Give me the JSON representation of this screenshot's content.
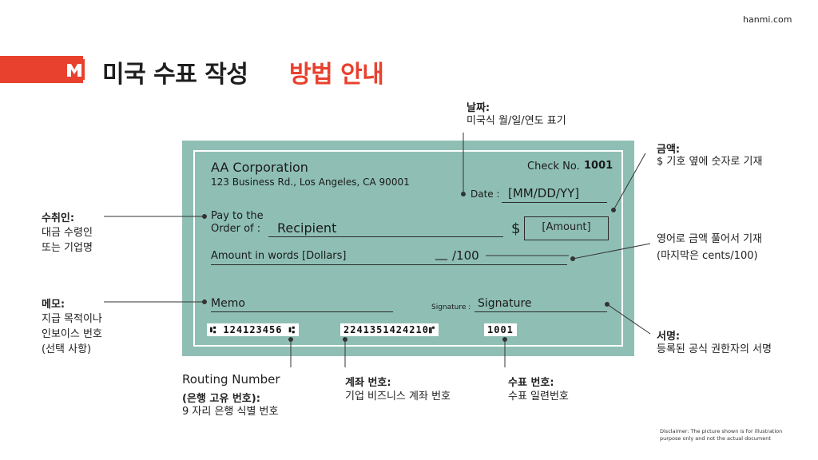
{
  "site": "hanmi.com",
  "title": {
    "part1": "미국 수표 작성",
    "part2": "방법 안내"
  },
  "colors": {
    "accent": "#e8412e",
    "check_bg": "#8fbfb4"
  },
  "check": {
    "company_name": "AA Corporation",
    "company_address": "123 Business Rd., Los Angeles, CA 90001",
    "check_no_label": "Check No.",
    "check_no_value": "1001",
    "date_label": "Date :",
    "date_value": "[MM/DD/YY]",
    "pay_to_line1": "Pay to the",
    "pay_to_line2": "Order of :",
    "recipient": "Recipient",
    "dollar_sign": "$",
    "amount": "[Amount]",
    "amount_words": "Amount in words [Dollars]",
    "cents_blank": "__",
    "cents": "/100",
    "memo": "Memo",
    "signature_label": "Signature :",
    "signature": "Signature",
    "micr_routing": "⑆ 124123456 ⑆",
    "micr_account": "2241351424210⑈",
    "micr_check": "1001"
  },
  "annotations": {
    "date": {
      "heading": "날짜:",
      "body": "미국식 월/일/연도 표기"
    },
    "amount": {
      "heading": "금액:",
      "body": "$ 기호 옆에 숫자로 기재"
    },
    "recipient": {
      "heading": "수취인:",
      "line1": "대금 수령인",
      "line2": "또는 기업명"
    },
    "words": {
      "line1": "영어로 금액 풀어서 기재",
      "line2": "(마지막은 cents/100)"
    },
    "memo": {
      "heading": "메모:",
      "line1": "지급 목적이나",
      "line2": "인보이스 번호",
      "line3": "(선택 사항)"
    },
    "signature": {
      "heading": "서명:",
      "body": "등록된 공식 권한자의 서명"
    },
    "routing": {
      "heading": "Routing Number",
      "sub": "(은행 고유 번호):",
      "body": "9 자리 은행 식별 번호"
    },
    "account": {
      "heading": "계좌 번호:",
      "body": "기업 비즈니스 계좌 번호"
    },
    "checknum": {
      "heading": "수표 번호:",
      "body": "수표 일련번호"
    }
  },
  "disclaimer": "Disclaimer: The picture shown is for illustration purpose only and not the actual document"
}
